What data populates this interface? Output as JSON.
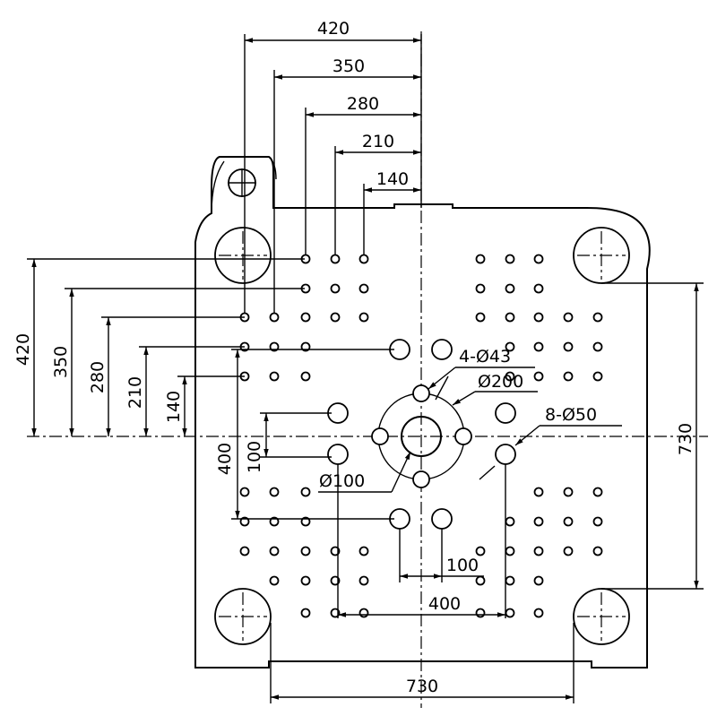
{
  "dimensions": {
    "top": [
      "420",
      "350",
      "280",
      "210",
      "140"
    ],
    "left": [
      "420",
      "350",
      "280",
      "210",
      "140"
    ],
    "hole_spacing_vertical": "400",
    "center_offset_vertical": "100",
    "center_offset_horizontal": "100",
    "hole_spacing_horizontal": "400",
    "tie_bar_distance_right": "730",
    "tie_bar_distance_bottom": "730"
  },
  "callouts": {
    "four_holes": "4-Ø43",
    "ring_diameter": "Ø200",
    "eight_holes": "8-Ø50",
    "center_hole": "Ø100"
  }
}
